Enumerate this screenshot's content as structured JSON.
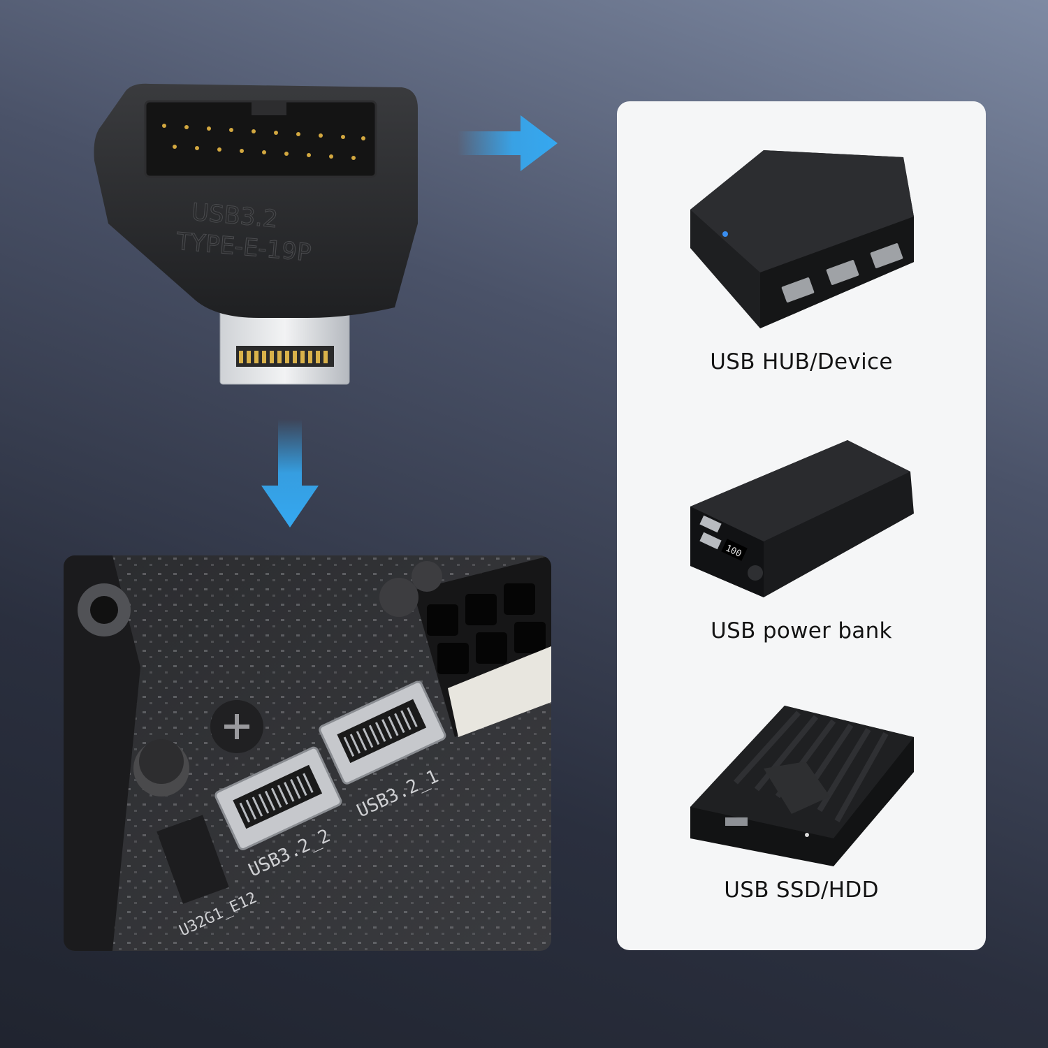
{
  "adapter": {
    "line1": "USB3.2",
    "line2": "TYPE-E-19P"
  },
  "motherboard": {
    "header_label_1": "USB3.2_2",
    "header_label_2": "USB3.2_1",
    "header_label_3": "U32G1_E12"
  },
  "devices": [
    {
      "label": "USB HUB/Device",
      "icon": "usb-hub-icon"
    },
    {
      "label": "USB power bank",
      "icon": "power-bank-icon"
    },
    {
      "label": "USB SSD/HDD",
      "icon": "external-drive-icon"
    }
  ],
  "power_bank_display": "100",
  "colors": {
    "arrow_blue": "#35a8f0",
    "panel_bg": "#f5f6f7"
  }
}
